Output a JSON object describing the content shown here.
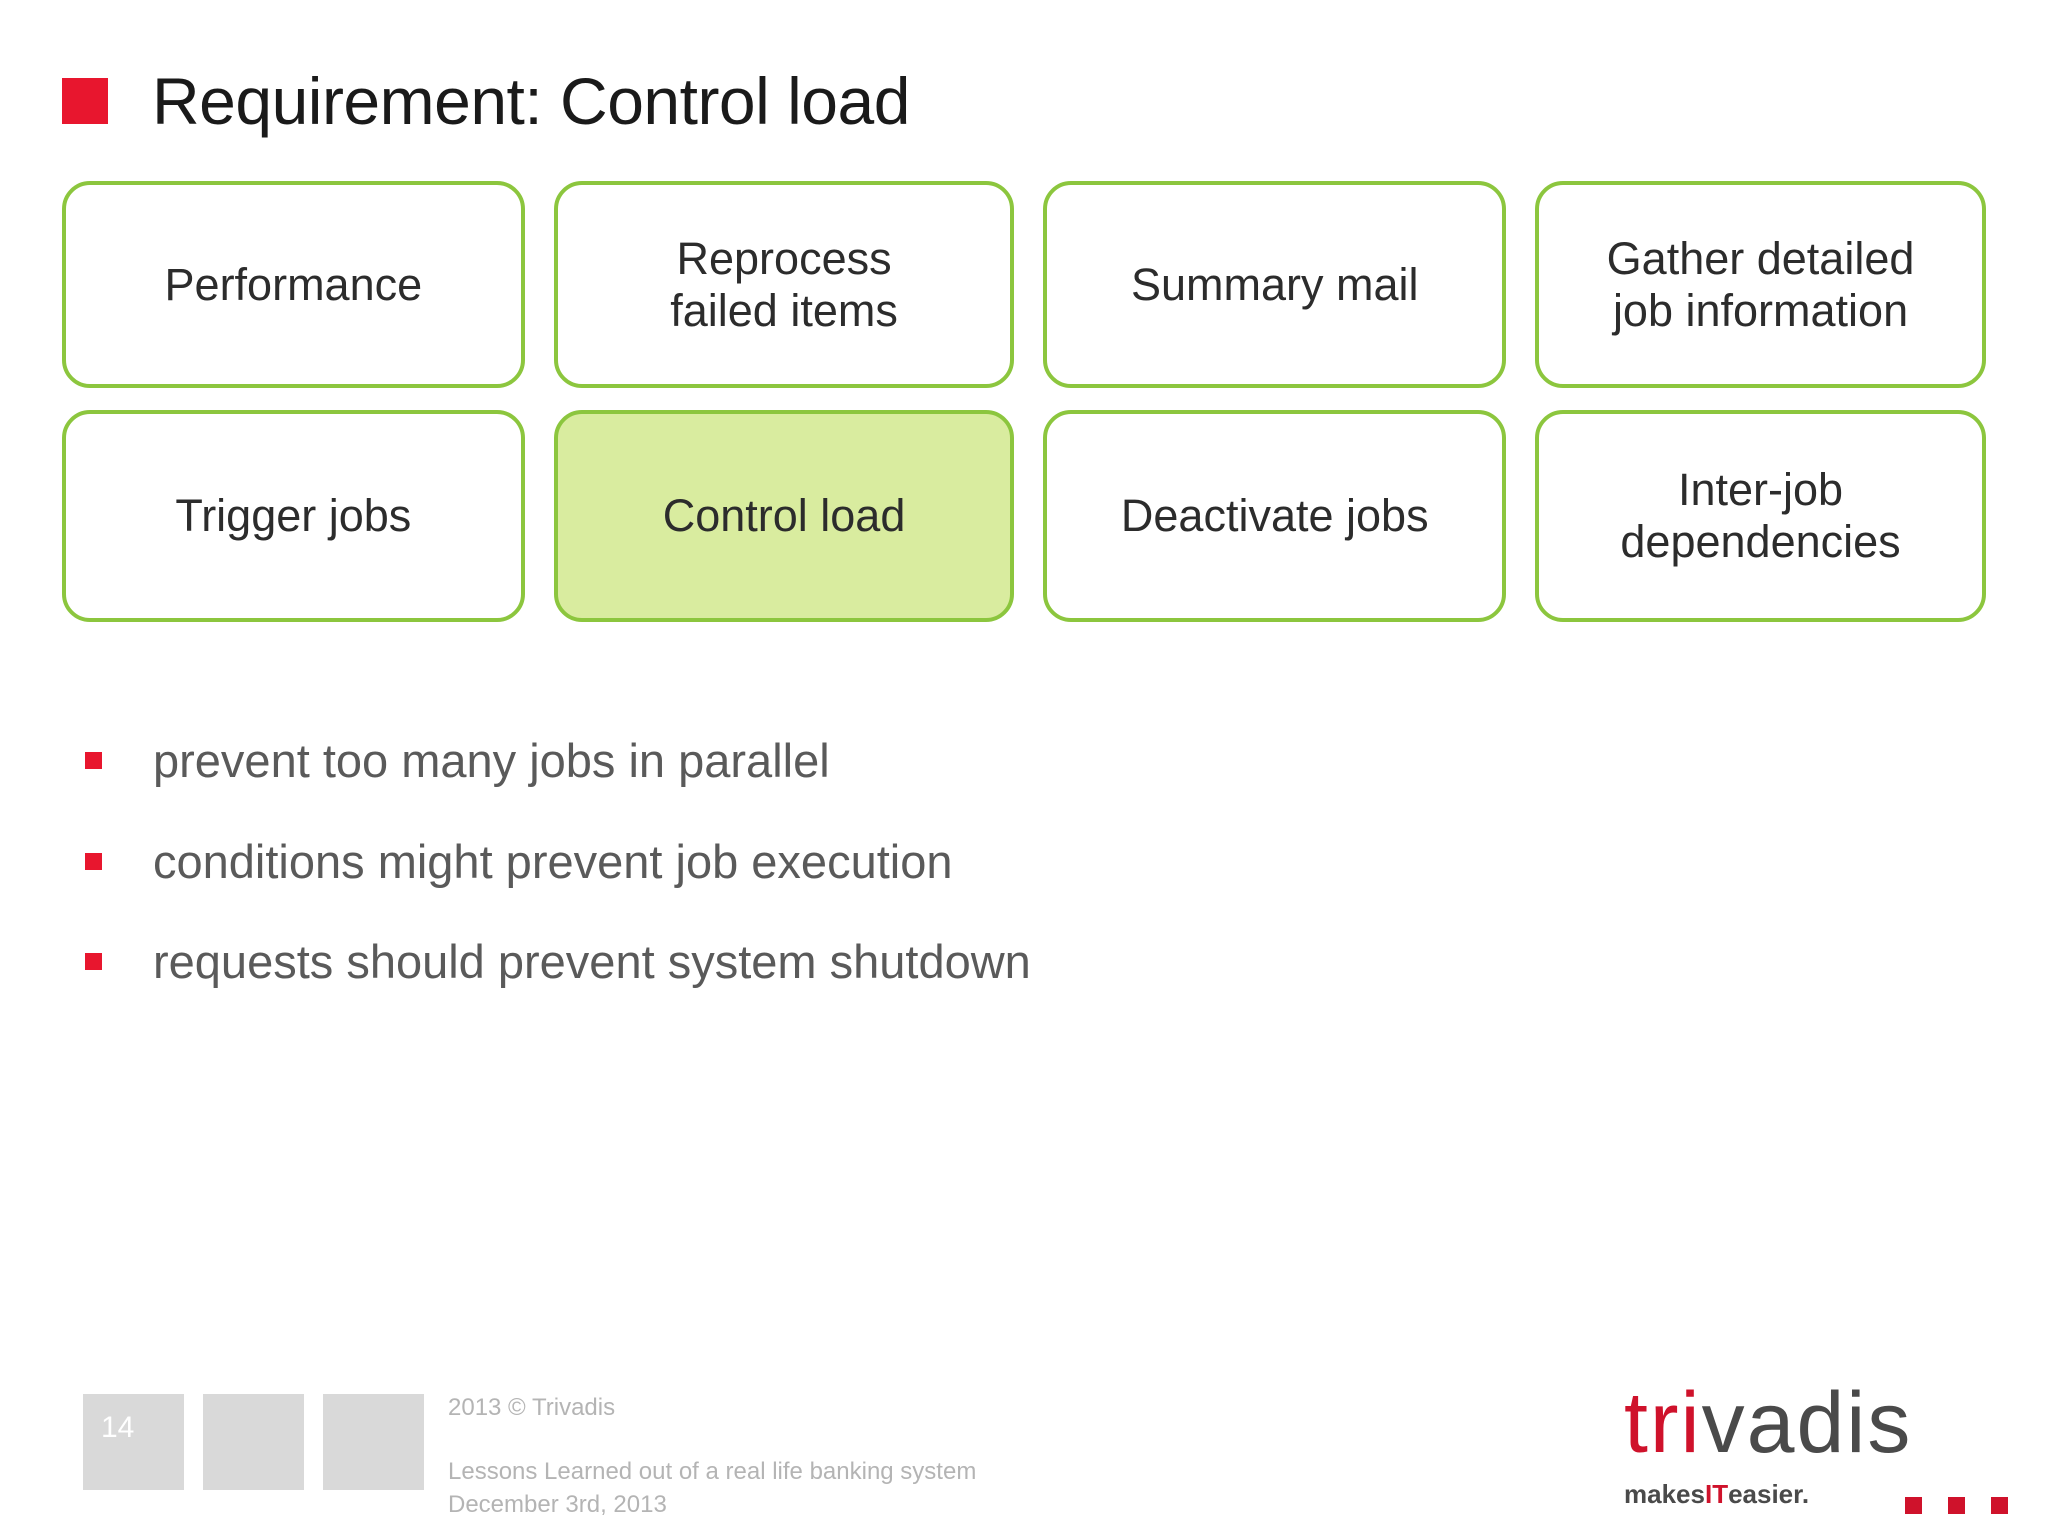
{
  "slide": {
    "title": "Requirement: Control load",
    "accent_red": "#e8162e",
    "accent_green_border": "#8cc63e",
    "accent_green_fill": "#d9ec9f"
  },
  "boxes": {
    "row1": [
      {
        "label": "Performance",
        "highlighted": false
      },
      {
        "label": "Reprocess\nfailed items",
        "highlighted": false
      },
      {
        "label": "Summary mail",
        "highlighted": false
      },
      {
        "label": "Gather detailed\njob information",
        "highlighted": false
      }
    ],
    "row2": [
      {
        "label": "Trigger jobs",
        "highlighted": false
      },
      {
        "label": "Control load",
        "highlighted": true
      },
      {
        "label": "Deactivate jobs",
        "highlighted": false
      },
      {
        "label": "Inter-job\ndependencies",
        "highlighted": false
      }
    ]
  },
  "bullets": [
    "prevent too many jobs in parallel",
    "conditions might prevent job execution",
    "requests should prevent system shutdown"
  ],
  "footer": {
    "page_number": "14",
    "copyright": "2013 © Trivadis",
    "subtitle": "Lessons Learned out of a real life banking system",
    "date": "December 3rd, 2013"
  },
  "logo": {
    "name_red": "tri",
    "name_grey": "vadis",
    "tagline_before": "makes ",
    "tagline_it": "IT",
    "tagline_after": " easier."
  }
}
